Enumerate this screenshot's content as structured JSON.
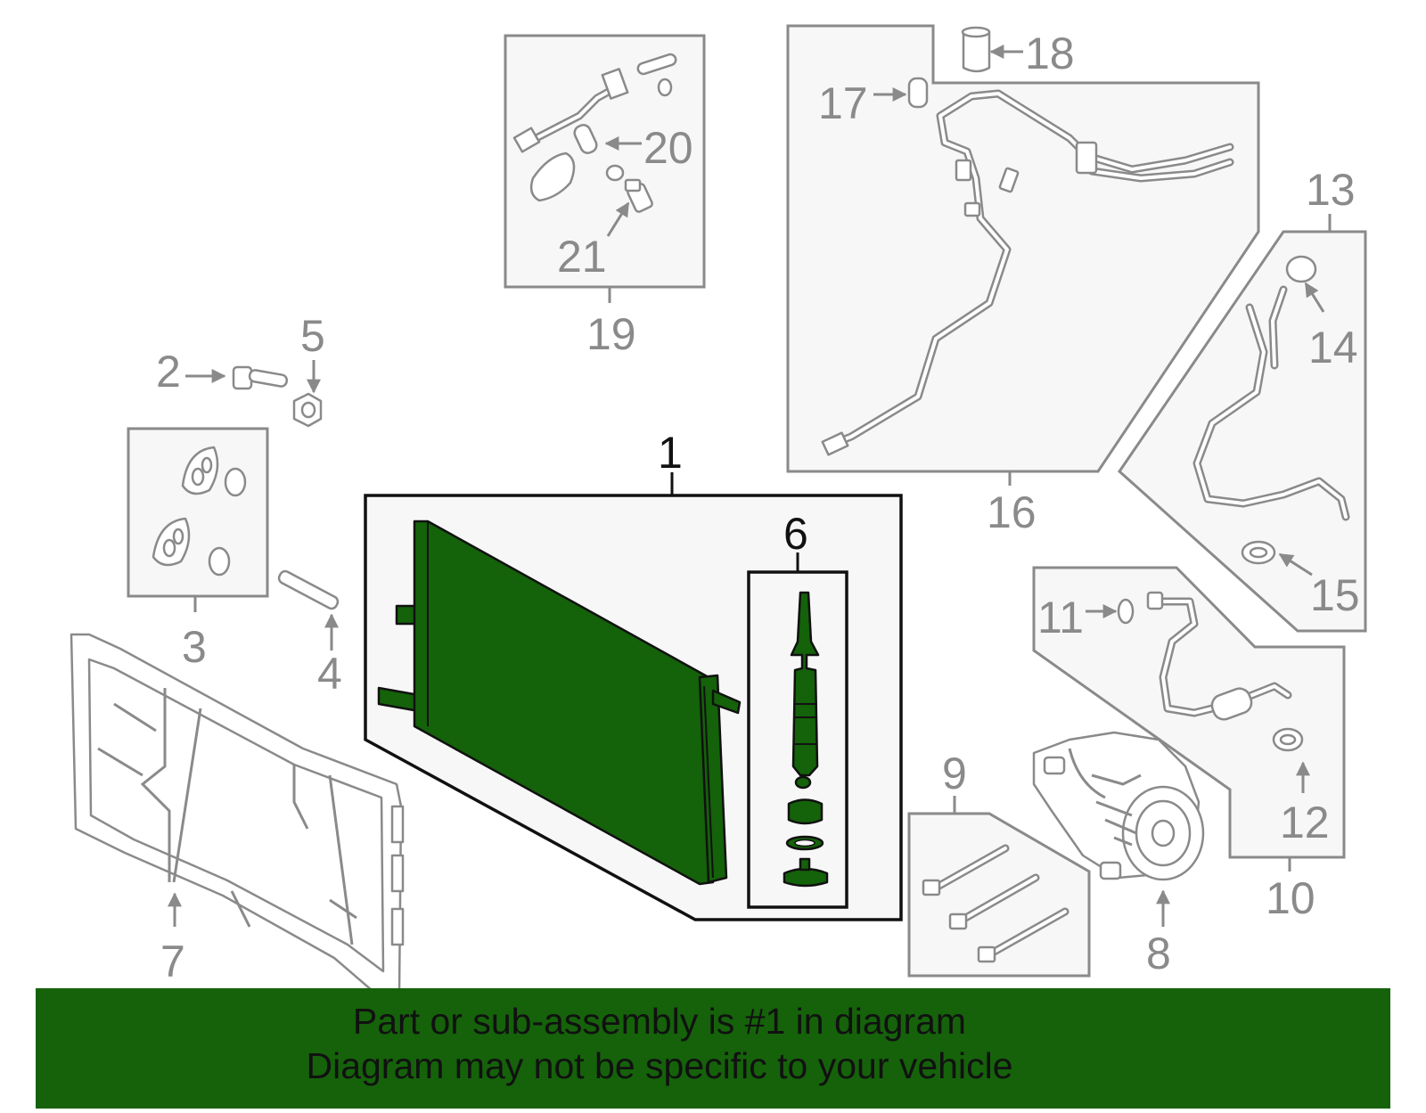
{
  "callouts": {
    "c1": "1",
    "c2": "2",
    "c3": "3",
    "c4": "4",
    "c5": "5",
    "c6": "6",
    "c7": "7",
    "c8": "8",
    "c9": "9",
    "c10": "10",
    "c11": "11",
    "c12": "12",
    "c13": "13",
    "c14": "14",
    "c15": "15",
    "c16": "16",
    "c17": "17",
    "c18": "18",
    "c19": "19",
    "c20": "20",
    "c21": "21"
  },
  "footer": {
    "line1": "Part or sub-assembly is #1 in diagram",
    "line2": "Diagram may not be specific to your vehicle"
  },
  "colors": {
    "highlight_part": "#14620a",
    "footer_background": "#15620a",
    "line_gray": "#8a8a8a",
    "box_fill": "#f7f7f7"
  }
}
